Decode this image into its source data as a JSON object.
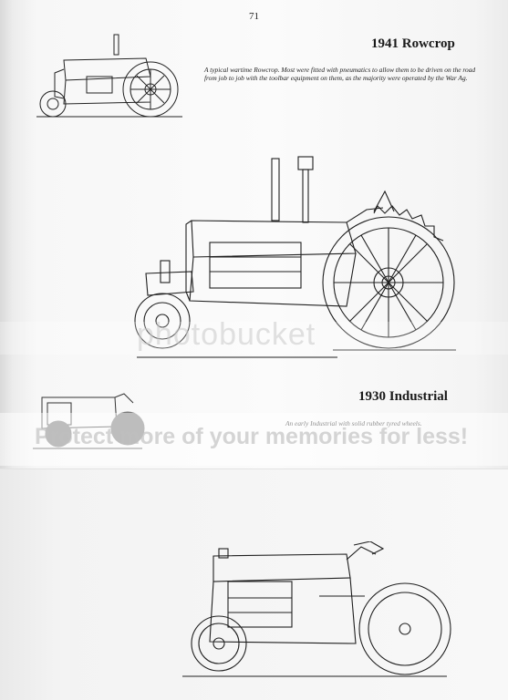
{
  "page": {
    "number": "71"
  },
  "sections": [
    {
      "title": "1941 Rowcrop",
      "caption": "A typical wartime Rowcrop.  Most were fitted with pneumatics to allow them to be driven on the road from job to job with the toolbar equipment on them, as the majority were operated by the War Ag."
    },
    {
      "title": "1930 Industrial",
      "caption": "An early Industrial with solid rubber tyred wheels."
    }
  ],
  "watermark": {
    "logo": "photobucket",
    "tagline": "Protect more of your memories for less!"
  },
  "colors": {
    "ink": "#1a1a1a",
    "paper": "#fbfbfb",
    "watermark": "#bebebe"
  },
  "icons": [
    "tractor-drawing"
  ]
}
